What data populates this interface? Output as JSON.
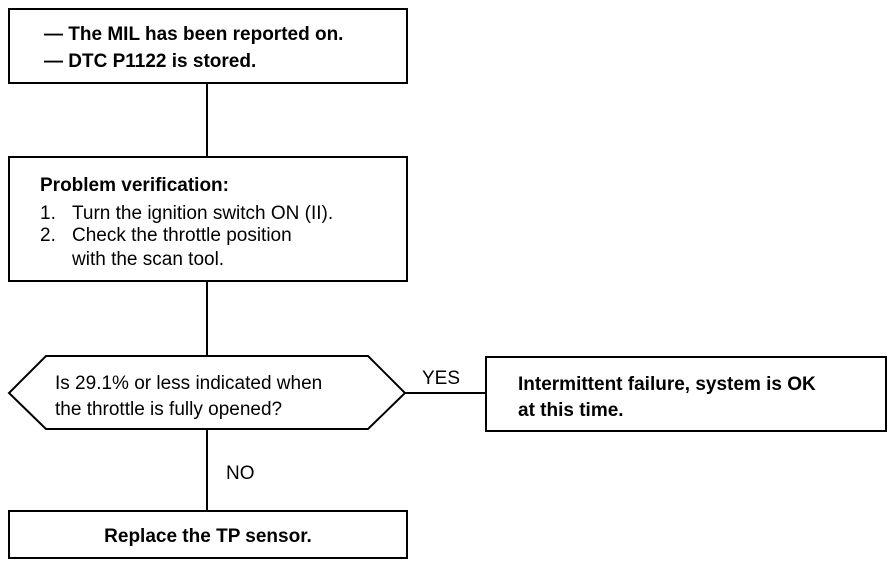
{
  "start_box": {
    "lines": [
      "— The MIL has been reported on.",
      "— DTC P1122 is stored."
    ]
  },
  "verify_box": {
    "heading": "Problem verification:",
    "steps": [
      {
        "num": "1.",
        "text": "Turn the ignition switch ON (II)."
      },
      {
        "num": "2.",
        "text": "Check the throttle position"
      },
      {
        "num": "",
        "text": "with the scan tool."
      }
    ]
  },
  "decision": {
    "lines": [
      "Is 29.1% or less indicated when",
      "the throttle is fully opened?"
    ],
    "yes_label": "YES",
    "no_label": "NO"
  },
  "yes_box": {
    "lines": [
      "Intermittent failure, system is OK",
      "at this time."
    ]
  },
  "no_box": {
    "text": "Replace the TP sensor."
  }
}
